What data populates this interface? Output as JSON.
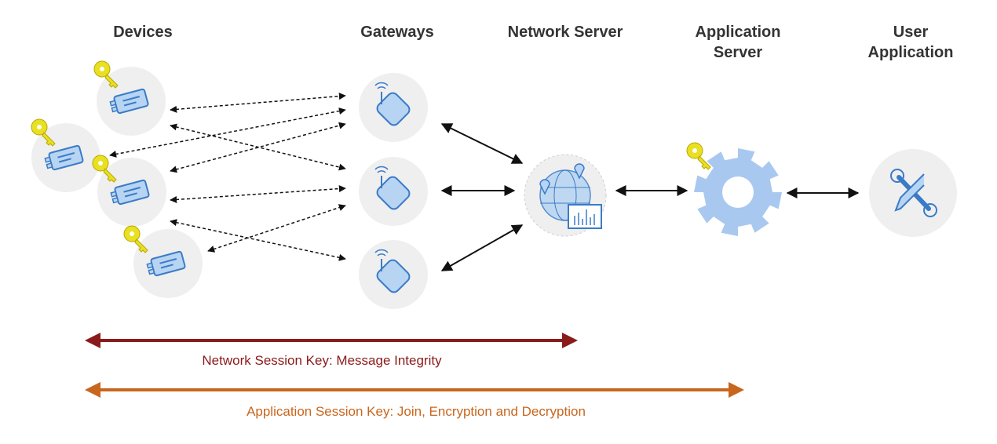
{
  "columns": {
    "devices": "Devices",
    "gateways": "Gateways",
    "network_server": "Network Server",
    "application_server_line1": "Application",
    "application_server_line2": "Server",
    "user_application_line1": "User",
    "user_application_line2": "Application"
  },
  "keys": {
    "network": {
      "label": "Network Session Key: Message Integrity",
      "color": "#8b1a1a"
    },
    "application": {
      "label": "Application Session Key: Join, Encryption and Decryption",
      "color": "#c8661e"
    }
  },
  "nodes": {
    "devices": [
      "device",
      "device",
      "device",
      "device"
    ],
    "gateways": [
      "gateway",
      "gateway",
      "gateway"
    ],
    "network_server_icon": "globe-monitor-icon",
    "application_server_icon": "gear-icon",
    "user_application_icon": "wrench-screwdriver-icon",
    "key_icon": "key-icon"
  },
  "colors": {
    "circle_bg": "#efefef",
    "icon_fill": "#b7d4f2",
    "icon_stroke": "#3a7bc8",
    "key_fill": "#e8e020",
    "gear": "#a9c8f0"
  }
}
